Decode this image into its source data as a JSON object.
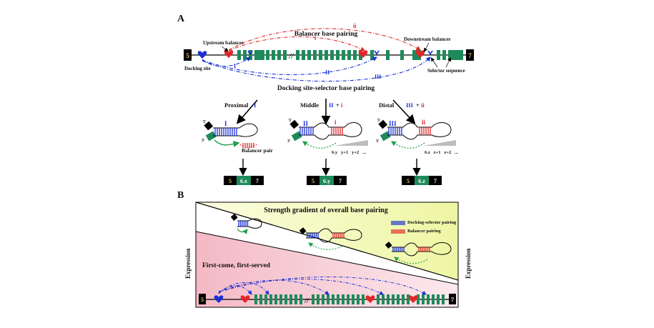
{
  "panel_a": {
    "label": "A",
    "balancer_title": "Balancer base pairing",
    "docking_title": "Docking site-selector base pairing",
    "upstream_balancer": "Upstream balancer",
    "downstream_balancer": "Downstream balancer",
    "docking_site": "Docking site",
    "selector_sequence": "Selector sequence",
    "exon5": "5",
    "exon7": "7",
    "exon6x": "6.x",
    "exon6y": "6.y",
    "exon6z": "6.z",
    "arc_i": "i",
    "arc_ii": "ii",
    "arc_I": "I",
    "arc_II": "II",
    "arc_III": "III",
    "proximal": "Proximal",
    "proximal_code": "I",
    "middle": "Middle",
    "middle_code_blue": "II",
    "middle_plus": "+",
    "middle_code_red": "i",
    "distal": "Distal",
    "distal_code_blue": "III",
    "distal_plus": "+",
    "distal_code_red": "ii",
    "stem_I": "I",
    "stem_II": "II",
    "stem_i": "i",
    "stem_III": "III",
    "stem_ii": "ii",
    "balancer_pair": "Balancer pair",
    "five_prime": "5'",
    "three_prime": "3'",
    "middle_series": "6.y   y+1   y+2   ...",
    "distal_series": "6.z   z+1   z+2   ..."
  },
  "panel_b": {
    "label": "B",
    "title": "Strength gradient of overall base pairing",
    "legend_docking": "Docking-selector pairing",
    "legend_balancer": "Balancer pairing",
    "first_come": "First-come, first-served",
    "expression_left": "Expression",
    "expression_right": "Expression",
    "exon5": "5",
    "exon7": "7"
  },
  "colors": {
    "exon_green": "#1e8a5a",
    "exon_black": "#000000",
    "exon_yellow_text": "#f2c94c",
    "blue": "#1a2fd6",
    "red": "#e0262a",
    "green": "#22a04a",
    "yellow_fill": "#f0f7b0",
    "pink_fill": "#f6c2cc"
  }
}
